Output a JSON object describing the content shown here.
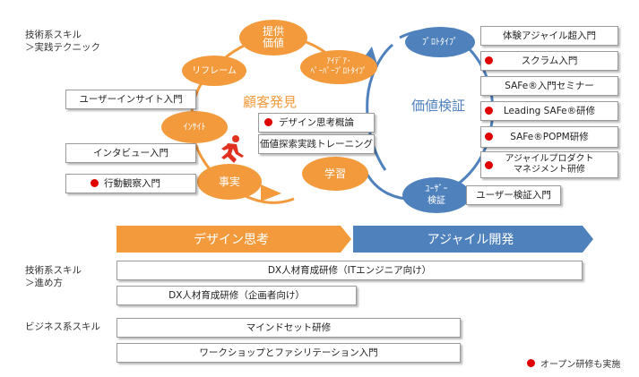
{
  "categories": {
    "tech_practice": "技術系スキル\n＞実践テクニック",
    "tech_method": "技術系スキル\n＞進め方",
    "business": "ビジネス系スキル"
  },
  "cycle_left": {
    "teikyo_kachi": "提供\n価値",
    "reframe": "リフレーム",
    "idea_prototype": "ｱｲﾃﾞｱ･\nﾍﾟｰﾊﾟｰﾌﾟﾛﾄﾀｲﾌﾟ",
    "insight": "ｲﾝｻｲﾄ",
    "jijitsu": "事実",
    "gakushu": "学習",
    "title": "顧客発見"
  },
  "cycle_right": {
    "prototype": "ﾌﾟﾛﾄﾀｲﾌﾟ",
    "user_verify": "ﾕｰｻﾞｰ\n検証",
    "title": "価値検証"
  },
  "courses_left": {
    "user_insight": "ユーザーインサイト入門",
    "interview": "インタビュー入門",
    "observation": "行動観察入門",
    "design_thinking_overview": "デザイン思考概論",
    "value_exploration": "価値探索実践トレーニング"
  },
  "courses_right": {
    "agile_intro": "体験アジャイル超入門",
    "scrum": "スクラム入門",
    "safe_intro": "SAFe®入門セミナー",
    "leading_safe": "Leading SAFe®研修",
    "safe_popm": "SAFe®POPM研修",
    "agile_pm": "アジャイルプロダクト\nマネジメント研修",
    "user_verify": "ユーザー検証入門"
  },
  "banners": {
    "design": "デザイン思考",
    "agile": "アジャイル開発"
  },
  "wide_courses": {
    "dx_it": "DX人材育成研修（ITエンジニア向け）",
    "dx_planner": "DX人材育成研修（企画者向け）",
    "mindset": "マインドセット研修",
    "workshop": "ワークショップとファシリテーション入門"
  },
  "legend": {
    "open_training": "オープン研修も実施"
  },
  "colors": {
    "orange": "#f39a3c",
    "blue": "#4f81bd",
    "red_dot": "#e00000"
  }
}
